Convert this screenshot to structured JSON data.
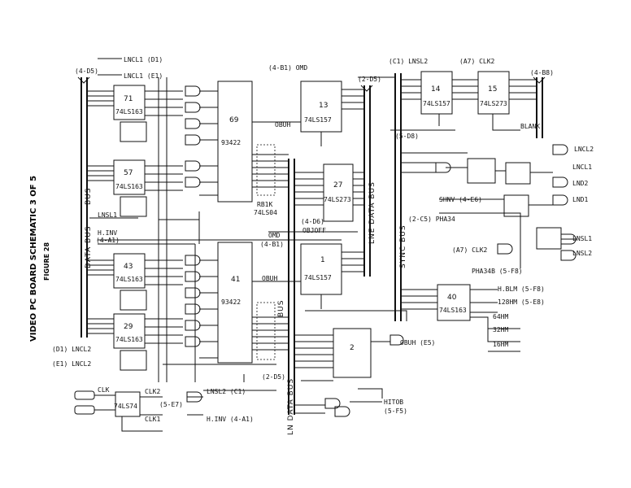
{
  "title": "VIDEO PC BOARD SCHEMATIC 3 OF 5",
  "figure": "FIGURE 28",
  "chips": [
    {
      "id": "71"
    },
    {
      "id": "57"
    },
    {
      "id": "43"
    },
    {
      "id": "29"
    },
    {
      "id": "69"
    },
    {
      "id": "41"
    },
    {
      "id": "13"
    },
    {
      "id": "1"
    },
    {
      "id": "27"
    },
    {
      "id": "14"
    },
    {
      "id": "15"
    },
    {
      "id": "40"
    },
    {
      "id": "2"
    }
  ],
  "part_numbers": {
    "ram": "93422",
    "mux": "74LS157",
    "ls163": "74LS163",
    "ls74": "74LS74",
    "ls273": "74LS273",
    "res": "RB1K",
    "gate": "74LS04"
  },
  "buses": {
    "data_bus_left": "DATA BUS",
    "bus_left": "BUS",
    "ln_data_bus": "LN DATA BUS",
    "bus_mid": "BUS",
    "lne_data_bus": "LNE DATA BUS",
    "sync_bus": "SYNC BUS",
    "lne_bus": "LNE DATA BUS"
  },
  "signals": {
    "lncl2_e1": "(E1) LNCL2",
    "lncl2_d1": "(D1) LNCL2",
    "lnsl1": "LNSL1",
    "hinv": "H.INV",
    "hinv_ref": "(4-A1)",
    "omd_top": "(4-B1) OMD",
    "omd_mid": "OMD",
    "omd_mid_ref": "(4-B1)",
    "obuh_top": "OBUH",
    "obuh_mid": "OBUH",
    "obuh_low": "OBUH (E5)",
    "obj_off": "OBJOFF",
    "obj_off_ref": "(4-D6)",
    "lnsl2_c1": "(C1) LNSL2",
    "clk2_a7": "(A7) CLK2",
    "clk2_a7_b": "(A7) CLK2",
    "pha34": "(2-C5) PHA34",
    "pha34b": "PHA34B (5-F8)",
    "shnv": "SHNV (4-E6)",
    "hblm": "H.BLM (5-F8)",
    "h128": "128HM (5-E8)",
    "h64": "64HM",
    "h32": "32HM",
    "h16": "16HM",
    "hitob": "HITOB",
    "hitob_ref": "(5-F5)",
    "clk2_out": "CLK2",
    "clk1_out": "CLK1",
    "clk": "CLK",
    "lnsl2_c1b": "LNSL2 (C1)",
    "hinv_out": "H.INV (4-A1)",
    "lncl2_out": "LNCL2",
    "lncl1_out": "LNCL1",
    "lnd2": "LND2",
    "lnd1": "LND1",
    "lnsl1_out": "LNSL1",
    "lnsl2_out": "LNSL2",
    "blank": "BLANK",
    "ref_4d5": "(4-D5)",
    "ref_2d5": "(2-D5)",
    "ref_5d8": "(5-D8)",
    "ref_4b8": "(4-B8)",
    "ref_5e7": "(5-E7)",
    "ref_2d5b": "(2-D5)",
    "lncl1_e1": "LNCL1 (E1)",
    "lncl_d1": "LNCL1 (D1)"
  }
}
